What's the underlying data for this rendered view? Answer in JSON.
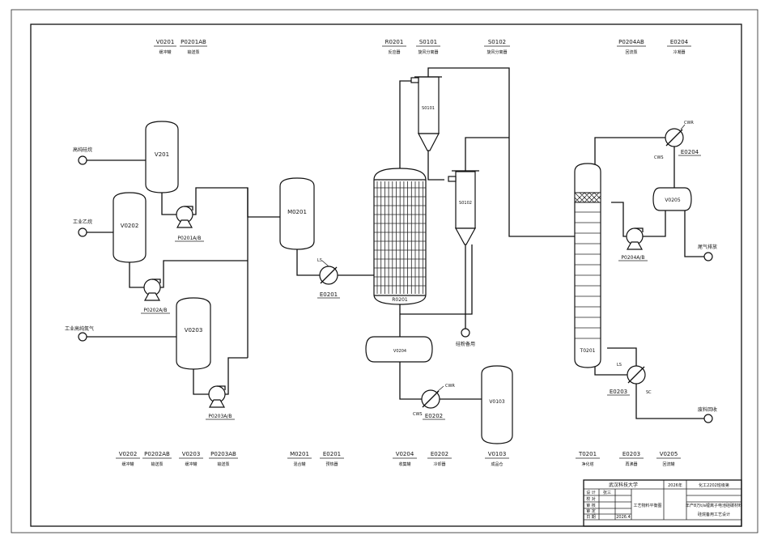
{
  "header_labels": [
    {
      "tag": "V0201",
      "name": "缓冲罐"
    },
    {
      "tag": "P0201AB",
      "name": "输送泵"
    },
    {
      "tag": "R0201",
      "name": "反应器"
    },
    {
      "tag": "S0101",
      "name": "旋风分离器"
    },
    {
      "tag": "S0102",
      "name": "旋风分离器"
    },
    {
      "tag": "P0204AB",
      "name": "回流泵"
    },
    {
      "tag": "E0204",
      "name": "冷凝器"
    }
  ],
  "footer_labels": [
    {
      "tag": "V0202",
      "name": "缓冲罐"
    },
    {
      "tag": "P0202AB",
      "name": "输送泵"
    },
    {
      "tag": "V0203",
      "name": "缓冲罐"
    },
    {
      "tag": "P0203AB",
      "name": "输送泵"
    },
    {
      "tag": "M0201",
      "name": "混合罐"
    },
    {
      "tag": "E0201",
      "name": "预热器"
    },
    {
      "tag": "V0204",
      "name": "收集罐"
    },
    {
      "tag": "E0202",
      "name": "冷却器"
    },
    {
      "tag": "V0103",
      "name": "成品仓"
    },
    {
      "tag": "T0201",
      "name": "净化塔"
    },
    {
      "tag": "E0203",
      "name": "再沸器"
    },
    {
      "tag": "V0205",
      "name": "回流罐"
    }
  ],
  "equipment": {
    "v201": "V201",
    "v0202": "V0202",
    "v0203": "V0203",
    "m0201": "M0201",
    "r0201": "R0201",
    "s0101": "S0101",
    "s0102": "S0102",
    "v0204": "V0204",
    "v0103": "V0103",
    "t0201": "T0201",
    "v0205": "V0205",
    "p0201": "P0201A/B",
    "p0202": "P0202A/B",
    "p0203": "P0203A/B",
    "p0204": "P0204A/B",
    "e0201": "E0201",
    "e0202": "E0202",
    "e0203": "E0203",
    "e0204": "E0204"
  },
  "streams": {
    "in1": "高纯硅烷",
    "in2": "工业乙烷",
    "in3": "工业高纯氮气",
    "out_gas": "尾气排放",
    "out_solid": "硅粉备用",
    "out_waste": "废料回收",
    "ls": "LS",
    "cwr1": "CWR",
    "cws1": "CWS",
    "cwr2": "CWR",
    "cws2": "CWS",
    "ls2": "LS",
    "sc": "SC"
  },
  "title_block": {
    "school": "武汉科技大学",
    "year": "2026年",
    "class_name": "化工2202班级第",
    "drawing_type": "工艺物料平衡图",
    "project_line1": "年产8万t/a锂离子电池硅碳材料",
    "project_line2": "硅烷备用工艺设计",
    "roles": [
      "设 计",
      "校 对",
      "审 核",
      "审 定",
      "日 期"
    ],
    "signatures": [
      "张三",
      "",
      "",
      "",
      "2026.4"
    ]
  }
}
